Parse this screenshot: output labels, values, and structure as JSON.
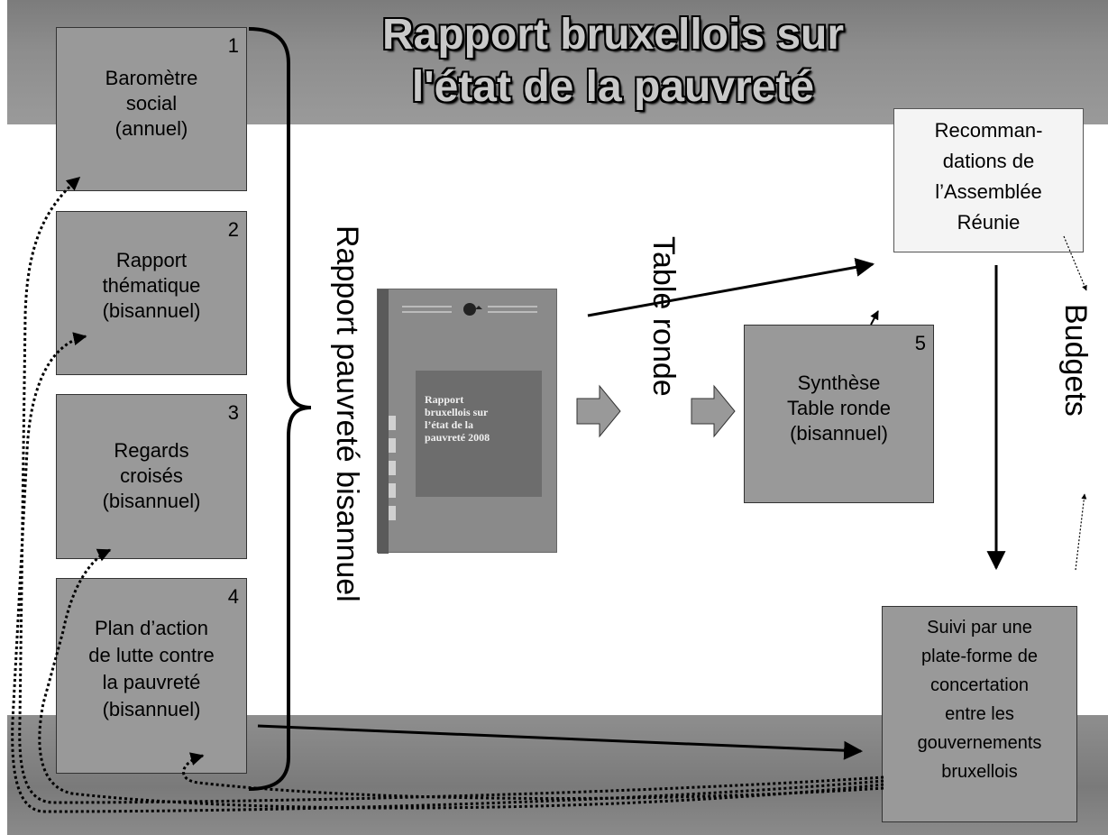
{
  "title": {
    "line1": "Rapport bruxellois sur",
    "line2": "l'état de la pauvreté"
  },
  "boxes": [
    {
      "num": "1",
      "lines": [
        "Baromètre",
        "social",
        "(annuel)"
      ]
    },
    {
      "num": "2",
      "lines": [
        "Rapport",
        "thématique",
        "(bisannuel)"
      ]
    },
    {
      "num": "3",
      "lines": [
        "Regards",
        "croisés",
        "(bisannuel)"
      ]
    },
    {
      "num": "4",
      "lines": [
        "Plan d’action",
        "de lutte contre",
        "la pauvreté",
        "(bisannuel)"
      ]
    },
    {
      "num": "5",
      "lines": [
        "Synthèse",
        "Table ronde",
        "(bisannuel)"
      ]
    }
  ],
  "vertical": {
    "rapport": "Rapport pauvreté bisannuel",
    "table_ronde": "Table ronde",
    "budgets": "Budgets"
  },
  "recommandations": [
    "Recomman-",
    "dations de",
    "l’Assemblée",
    "Réunie"
  ],
  "suivi": [
    "Suivi par une",
    "plate-forme de",
    "concertation",
    "entre les",
    "gouvernements",
    "bruxellois"
  ],
  "cover": {
    "lines": [
      "Rapport",
      "bruxellois sur",
      "l’état de la",
      "pauvreté 2008"
    ]
  },
  "colors": {
    "box": "#999999",
    "band": "#8a8a8a",
    "rec_box": "#f4f4f4"
  }
}
